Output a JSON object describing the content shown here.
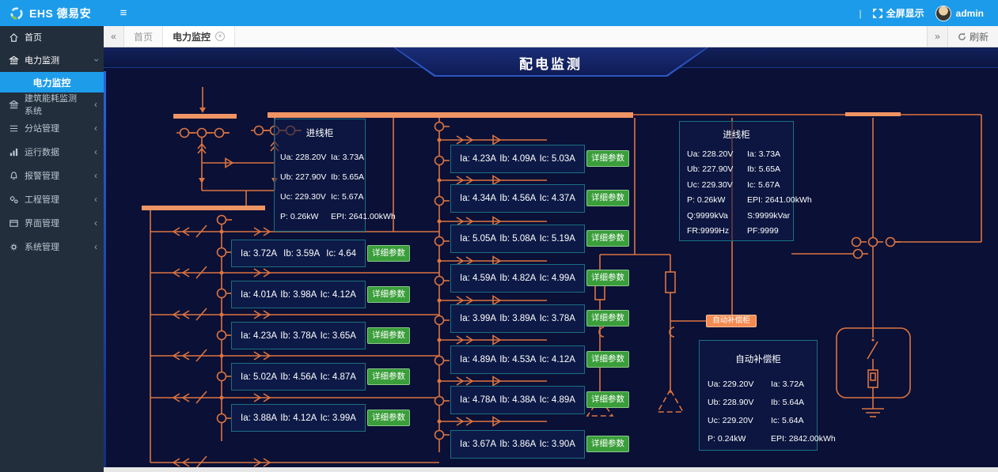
{
  "appearance": {
    "navbar_blue": "#1c9bea",
    "sidebar_bg": "#222e3c",
    "active_menu_blue": "#1d9cea",
    "stage_bg": "#0a1036",
    "line_orange": "#dd7440",
    "busbar_orange": "#ef9464",
    "box_border_teal": "#1b6f82",
    "box_fill": "#0d1a47",
    "green_button": "#3a9e3a",
    "orange_button": "#f58a50"
  },
  "navbar": {
    "logo_text": "EHS 德易安",
    "hamburger_icon": "≡",
    "separator": "|",
    "fullscreen_label": "全屏显示",
    "username": "admin"
  },
  "sidebar": {
    "home": {
      "label": "首页"
    },
    "items": [
      {
        "label": "电力监测",
        "state": "expanded"
      },
      {
        "label": "建筑能耗监测系统",
        "state": "collapsed"
      },
      {
        "label": "分站管理",
        "state": "collapsed"
      },
      {
        "label": "运行数据",
        "state": "collapsed"
      },
      {
        "label": "报警管理",
        "state": "collapsed"
      },
      {
        "label": "工程管理",
        "state": "collapsed"
      },
      {
        "label": "界面管理",
        "state": "collapsed"
      },
      {
        "label": "系统管理",
        "state": "collapsed"
      }
    ],
    "active_submenu": "电力监控"
  },
  "tabbar": {
    "back_icon": "«",
    "forward_icon": "»",
    "tabs": [
      {
        "label": "首页",
        "active": false
      },
      {
        "label": "电力监控",
        "active": true,
        "close_icon": "×"
      }
    ],
    "refresh_label": "刷新"
  },
  "main": {
    "title": "配电监测",
    "detail_button_label": "详细参数",
    "comp_button_label": "自动补偿柜",
    "panels": {
      "left": {
        "title": "进线柜",
        "rows": [
          [
            "Ua: 228.20V",
            "Ia: 3.73A"
          ],
          [
            "Ub: 227.90V",
            "Ib: 5.65A"
          ],
          [
            "Uc: 229.30V",
            "Ic: 5.67A"
          ],
          [
            "P: 0.26kW",
            "EPI: 2641.00kWh"
          ]
        ]
      },
      "right": {
        "title": "进线柜",
        "rows": [
          [
            "Ua: 228.20V",
            "Ia: 3.73A"
          ],
          [
            "Ub: 227.90V",
            "Ib: 5.65A"
          ],
          [
            "Uc: 229.30V",
            "Ic: 5.67A"
          ],
          [
            "P: 0.26kW",
            "EPI: 2641.00kWh"
          ],
          [
            "Q:9999kVa",
            "S:9999kVar"
          ],
          [
            "FR:9999Hz",
            "PF:9999"
          ]
        ]
      },
      "compensation": {
        "title": "自动补偿柜",
        "rows": [
          [
            "Ua: 229.20V",
            "Ia: 3.72A"
          ],
          [
            "Ub: 228.90V",
            "Ib: 5.64A"
          ],
          [
            "Uc: 229.20V",
            "Ic: 5.64A"
          ],
          [
            "P: 0.24kW",
            "EPI: 2842.00kWh"
          ]
        ]
      }
    },
    "left_rows": [
      {
        "ia": "Ia: 3.72A",
        "ib": "Ib: 3.59A",
        "ic": "Ic: 4.64"
      },
      {
        "ia": "Ia: 4.01A",
        "ib": "Ib: 3.98A",
        "ic": "Ic: 4.12A"
      },
      {
        "ia": "Ia: 4.23A",
        "ib": "Ib: 3.78A",
        "ic": "Ic: 3.65A"
      },
      {
        "ia": "Ia: 5.02A",
        "ib": "Ib: 4.56A",
        "ic": "Ic: 4.87A"
      },
      {
        "ia": "Ia: 3.88A",
        "ib": "Ib: 4.12A",
        "ic": "Ic: 3.99A"
      }
    ],
    "middle_rows": [
      {
        "ia": "Ia: 4.23A",
        "ib": "Ib: 4.09A",
        "ic": "Ic: 5.03A"
      },
      {
        "ia": "Ia: 4.34A",
        "ib": "Ib: 4.56A",
        "ic": "Ic: 4.37A"
      },
      {
        "ia": "Ia: 5.05A",
        "ib": "Ib: 5.08A",
        "ic": "Ic: 5.19A"
      },
      {
        "ia": "Ia: 4.59A",
        "ib": "Ib: 4.82A",
        "ic": "Ic: 4.99A"
      },
      {
        "ia": "Ia: 3.99A",
        "ib": "Ib: 3.89A",
        "ic": "Ic: 3.78A"
      },
      {
        "ia": "Ia: 4.89A",
        "ib": "Ib: 4.53A",
        "ic": "Ic: 4.12A"
      },
      {
        "ia": "Ia: 4.78A",
        "ib": "Ib: 4.38A",
        "ic": "Ic: 4.89A"
      },
      {
        "ia": "Ia: 3.67A",
        "ib": "Ib: 3.86A",
        "ic": "Ic: 3.90A"
      }
    ]
  }
}
